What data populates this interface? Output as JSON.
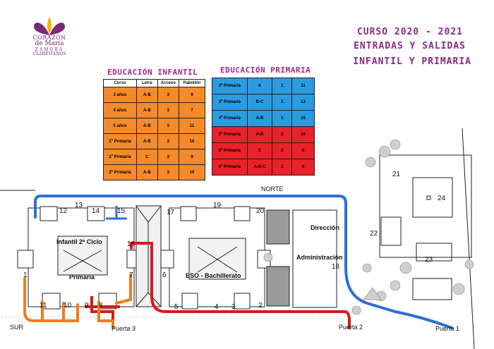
{
  "logo": {
    "line1": "CORAZÓN",
    "line2": "de María",
    "line3": "ZAMORA",
    "line4": "CLARETIANOS"
  },
  "title": {
    "line1": "CURSO 2020 - 2021",
    "line2": "ENTRADAS Y SALIDAS",
    "line3": "INFANTIL Y PRIMARIA"
  },
  "infantil": {
    "heading": "EDUCACIÓN INFANTIL",
    "columns": [
      "Curso",
      "Letra",
      "Acceso",
      "Pabellón"
    ],
    "rows": [
      [
        "3 años",
        "A-B",
        "3",
        "9"
      ],
      [
        "4 años",
        "A-B",
        "3",
        "7"
      ],
      [
        "5 años",
        "A-B",
        "3",
        "11"
      ],
      [
        "1º Primaria",
        "A-B",
        "3",
        "16"
      ],
      [
        "1º Primaria",
        "C",
        "3",
        "9"
      ],
      [
        "2º Primaria",
        "A-B",
        "3",
        "10"
      ]
    ]
  },
  "primaria": {
    "heading": "EDUCACIÓN PRIMARIA",
    "blue_rows": [
      [
        "3º Primaria",
        "A",
        "1",
        "11"
      ],
      [
        "3º Primaria",
        "B-C",
        "1",
        "13"
      ],
      [
        "4º Primaria",
        "A-B",
        "1",
        "15"
      ]
    ],
    "red_rows": [
      [
        "5º Primaria",
        "A-B",
        "2",
        "16"
      ],
      [
        "5º Primaria",
        "C",
        "2",
        "8"
      ],
      [
        "6º Primaria",
        "A-B-C",
        "2",
        "8"
      ]
    ]
  },
  "map": {
    "norte": "NORTE",
    "sur": "SUR",
    "puerta1": "Puerta 1",
    "puerta2": "Puerta 2",
    "puerta3": "Puerta 3",
    "infantil_label": "Infantil 2º Ciclo",
    "primaria_label": "Primaria",
    "eso_label": "ESO - Bachillerato",
    "direccion_label": "Dirección",
    "administracion_label": "Administración",
    "numbers": [
      "1",
      "2",
      "3",
      "4",
      "5",
      "6",
      "7",
      "8",
      "9",
      "10",
      "11",
      "12",
      "13",
      "14",
      "15",
      "16",
      "17",
      "18",
      "19",
      "20",
      "21",
      "22",
      "23",
      "24"
    ]
  },
  "colors": {
    "orange": "#f58a2a",
    "blue": "#2b9be0",
    "red": "#e8212a",
    "path_blue": "#2f6fd6",
    "path_red": "#d61a1a",
    "path_orange": "#f07d20",
    "purple": "#8a2a86"
  }
}
